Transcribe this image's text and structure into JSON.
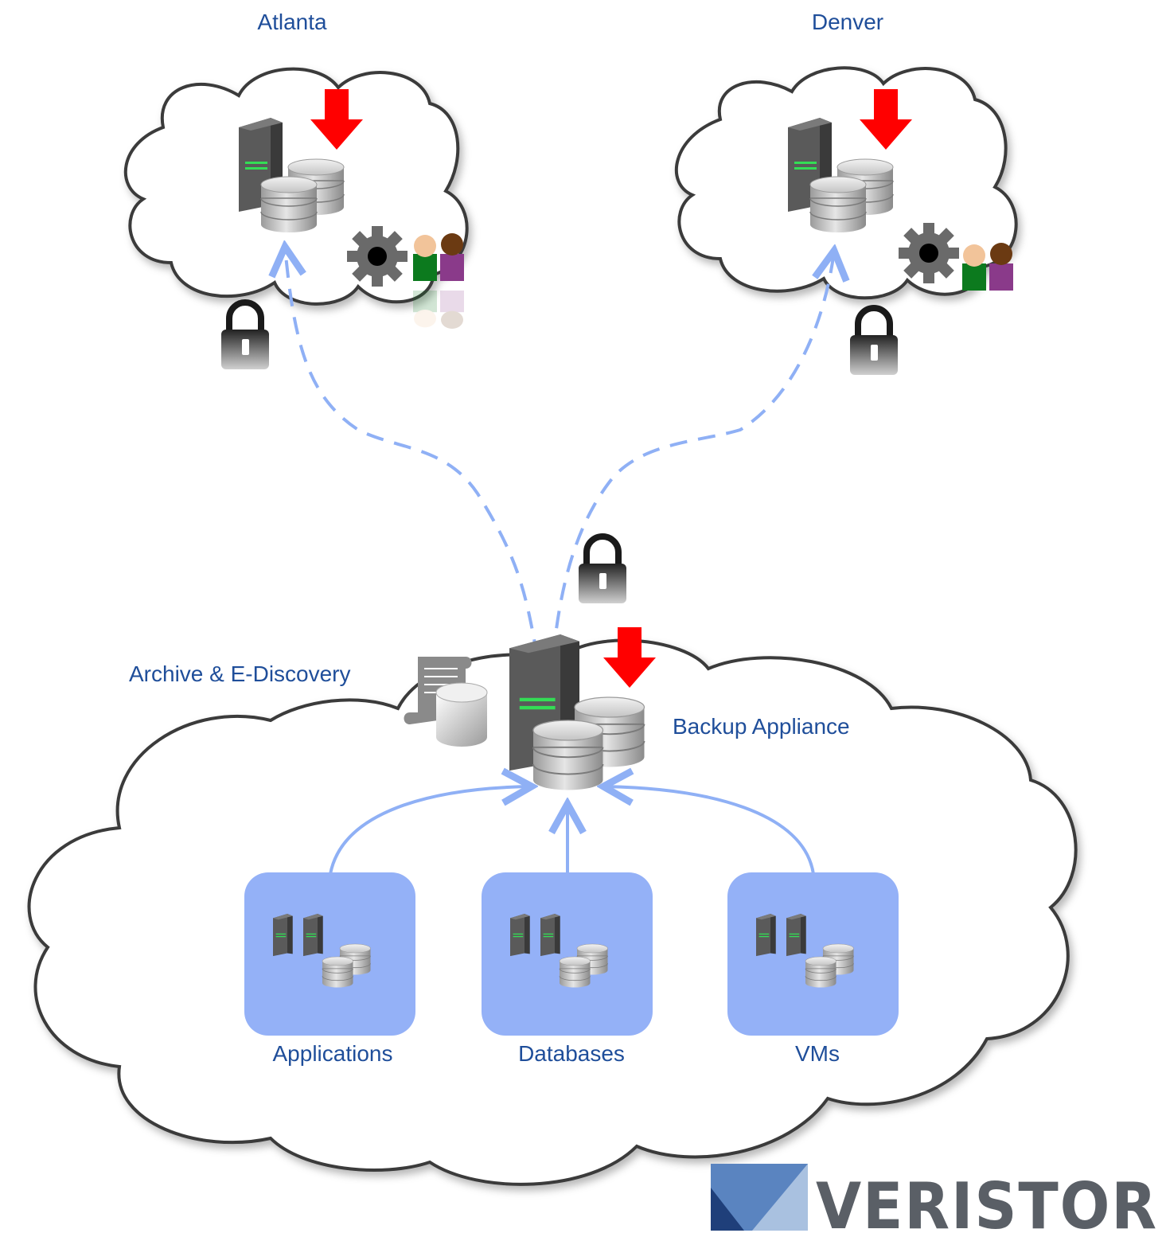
{
  "labels": {
    "atlanta": "Atlanta",
    "denver": "Denver",
    "archive": "Archive & E-Discovery",
    "backup_appliance": "Backup Appliance",
    "applications": "Applications",
    "databases": "Databases",
    "vms": "VMs"
  },
  "logo": {
    "text": "VERISTOR"
  },
  "colors": {
    "label": "#1f4e9a",
    "flow_line": "#8fb0f5",
    "source_box": "#94b1f7",
    "cloud_stroke": "#3a3a3a",
    "arrow_red": "#ff0000",
    "server_body": "#4a4a4a",
    "server_led": "#33dd55",
    "logo_dark": "#1f3f7a",
    "logo_mid": "#5a84c0",
    "logo_light": "#a9c1e0",
    "logo_text": "#5a5f66"
  },
  "icons": [
    "cloud-icon",
    "server-icon",
    "database-icon",
    "down-arrow-icon",
    "gear-icon",
    "users-icon",
    "lock-icon",
    "archive-scroll-icon"
  ]
}
